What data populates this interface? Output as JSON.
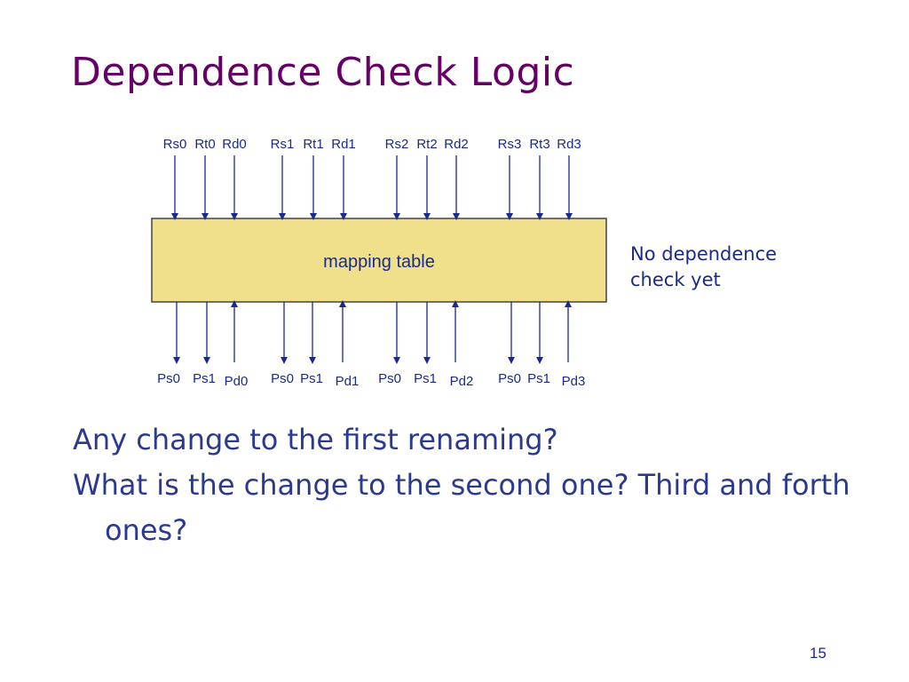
{
  "title": "Dependence Check Logic",
  "diagram": {
    "box_label": "mapping table",
    "box_fill": "#f0e08c",
    "inputs": [
      "Rs0",
      "Rt0",
      "Rd0",
      "Rs1",
      "Rt1",
      "Rd1",
      "Rs2",
      "Rt2",
      "Rd2",
      "Rs3",
      "Rt3",
      "Rd3"
    ],
    "outputs": [
      {
        "label": "Ps0",
        "dir": "out"
      },
      {
        "label": "Ps1",
        "dir": "out"
      },
      {
        "label": "Pd0",
        "dir": "in"
      },
      {
        "label": "Ps0",
        "dir": "out"
      },
      {
        "label": "Ps1",
        "dir": "out"
      },
      {
        "label": "Pd1",
        "dir": "in"
      },
      {
        "label": "Ps0",
        "dir": "out"
      },
      {
        "label": "Ps1",
        "dir": "out"
      },
      {
        "label": "Pd2",
        "dir": "in"
      },
      {
        "label": "Ps0",
        "dir": "out"
      },
      {
        "label": "Ps1",
        "dir": "out"
      },
      {
        "label": "Pd3",
        "dir": "in"
      }
    ]
  },
  "note": "No dependence check yet",
  "bullets": [
    "Any change to the first renaming?",
    "What is the change to the second one? Third and forth ones?"
  ],
  "page_number": "15",
  "colors": {
    "title": "#660066",
    "text": "#1a2a8a",
    "bullet": "#2b3a8f",
    "box_border": "#444444"
  }
}
